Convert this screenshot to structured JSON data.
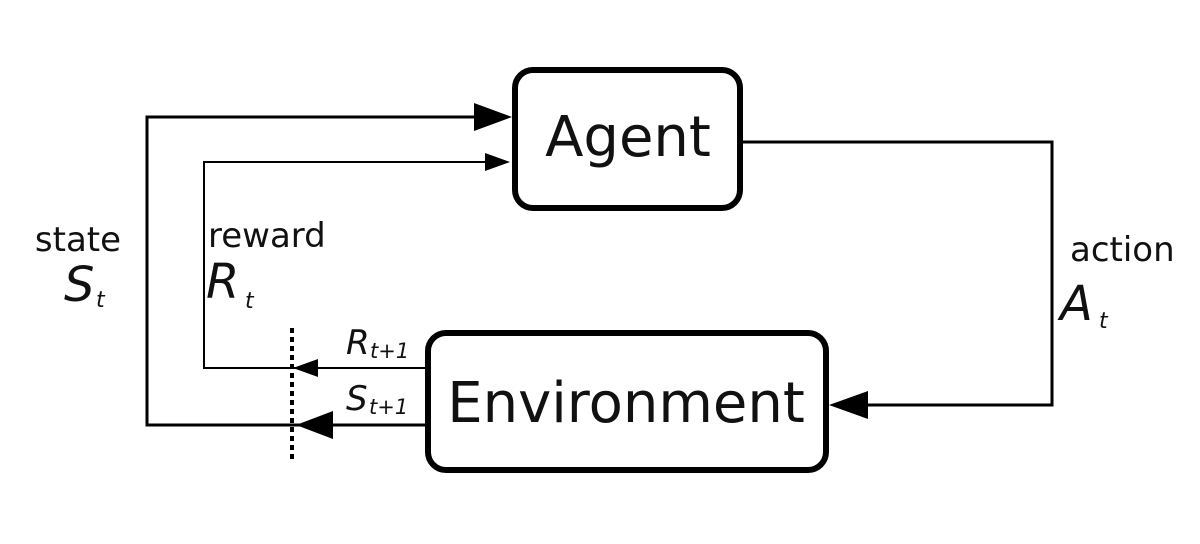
{
  "diagram": {
    "nodes": {
      "agent": {
        "label": "Agent"
      },
      "environment": {
        "label": "Environment"
      }
    },
    "edges": {
      "state": {
        "word": "state",
        "symbol": "S",
        "subscript": "t"
      },
      "reward": {
        "word": "reward",
        "symbol": "R",
        "subscript": "t"
      },
      "action": {
        "word": "action",
        "symbol": "A",
        "subscript": "t"
      },
      "next_reward": {
        "symbol": "R",
        "subscript": "t+1"
      },
      "next_state": {
        "symbol": "S",
        "subscript": "t+1"
      }
    }
  },
  "colors": {
    "stroke": "#000000",
    "text": "#111111",
    "background": "#ffffff"
  }
}
